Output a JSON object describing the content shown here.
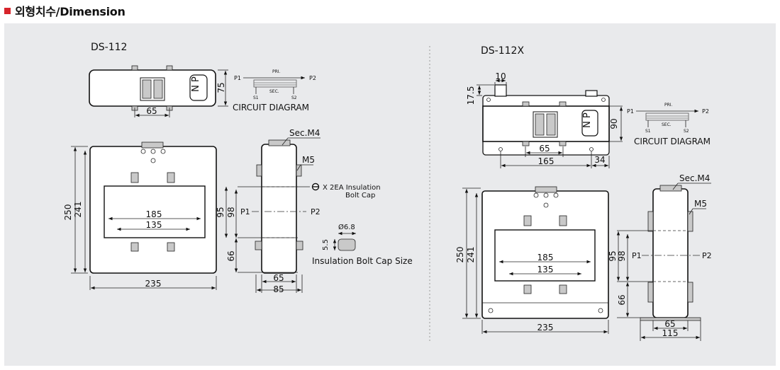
{
  "header": {
    "title": "외형치수/Dimension",
    "accent": "#d7242b"
  },
  "left": {
    "model": "DS-112",
    "circuit": {
      "p1": "P1",
      "p2": "P2",
      "pri": "PRI.",
      "sec": "SEC.",
      "s1": "S1",
      "s2": "S2",
      "caption": "CIRCUIT DIAGRAM"
    },
    "np": "N P",
    "dims": {
      "top_height": "75",
      "top_width": "65",
      "front_total_h": "250",
      "front_inner_h": "241",
      "window_w": "185",
      "window_inner_w": "135",
      "front_w": "235",
      "side_95": "95",
      "side_98": "98",
      "side_66": "66",
      "side_w_inner": "65",
      "side_w_outer": "85"
    },
    "labels": {
      "sec": "Sec.M4",
      "m5": "M5",
      "p1": "P1",
      "p2": "P2",
      "insul_line1": "X 2EA  Insulation",
      "insul_line2": "Bolt  Cap",
      "cap_dia": "Ø6.8",
      "cap_h": "5.5",
      "cap_caption": "Insulation Bolt Cap Size"
    }
  },
  "right": {
    "model": "DS-112X",
    "circuit": {
      "p1": "P1",
      "p2": "P2",
      "pri": "PRI.",
      "sec": "SEC.",
      "s1": "S1",
      "s2": "S2",
      "caption": "CIRCUIT DIAGRAM"
    },
    "np": "N P",
    "dims": {
      "slot": "10",
      "flange": "17.5",
      "height": "90",
      "inner_w": "65",
      "mount_w": "165",
      "edge": "34",
      "front_total_h": "250",
      "front_inner_h": "241",
      "window_w": "185",
      "window_inner_w": "135",
      "front_w": "235",
      "side_95": "95",
      "side_98": "98",
      "side_66": "66",
      "side_w_inner": "65",
      "side_w_outer": "115"
    },
    "labels": {
      "sec": "Sec.M4",
      "m5": "M5",
      "p1": "P1",
      "p2": "P2"
    }
  }
}
